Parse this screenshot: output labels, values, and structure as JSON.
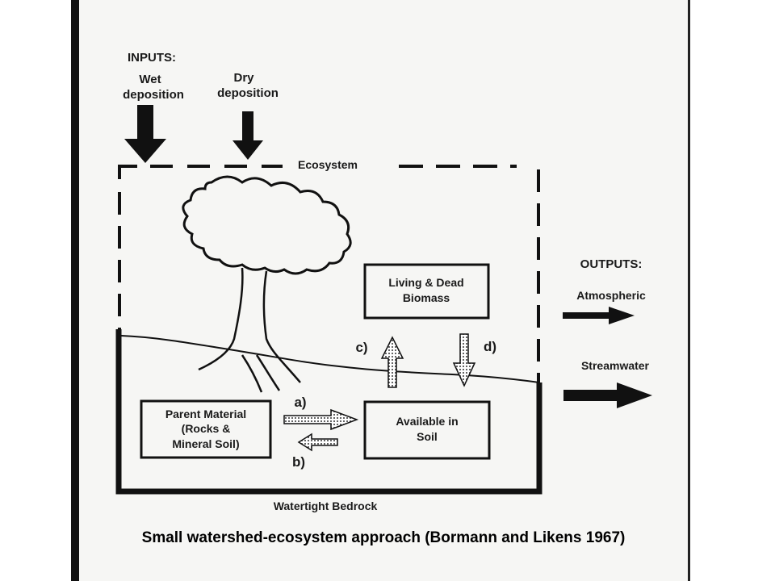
{
  "diagram": {
    "inputs_title": "INPUTS:",
    "wet_deposition": [
      "Wet",
      "deposition"
    ],
    "dry_deposition": [
      "Dry",
      "deposition"
    ],
    "ecosystem_label": "Ecosystem",
    "outputs_title": "OUTPUTS:",
    "atmospheric_label": "Atmospheric",
    "streamwater_label": "Streamwater",
    "biomass_box": [
      "Living & Dead",
      "Biomass"
    ],
    "soil_box": [
      "Available in",
      "Soil"
    ],
    "parent_box": [
      "Parent Material",
      "(Rocks &",
      "Mineral Soil)"
    ],
    "flow_a": "a)",
    "flow_b": "b)",
    "flow_c": "c)",
    "flow_d": "d)",
    "bedrock_label": "Watertight Bedrock"
  },
  "caption": "Small watershed-ecosystem approach (Bormann and Likens 1967)",
  "colors": {
    "ink": "#1a1a1a",
    "background": "#f6f6f4",
    "frame": "#111111"
  }
}
